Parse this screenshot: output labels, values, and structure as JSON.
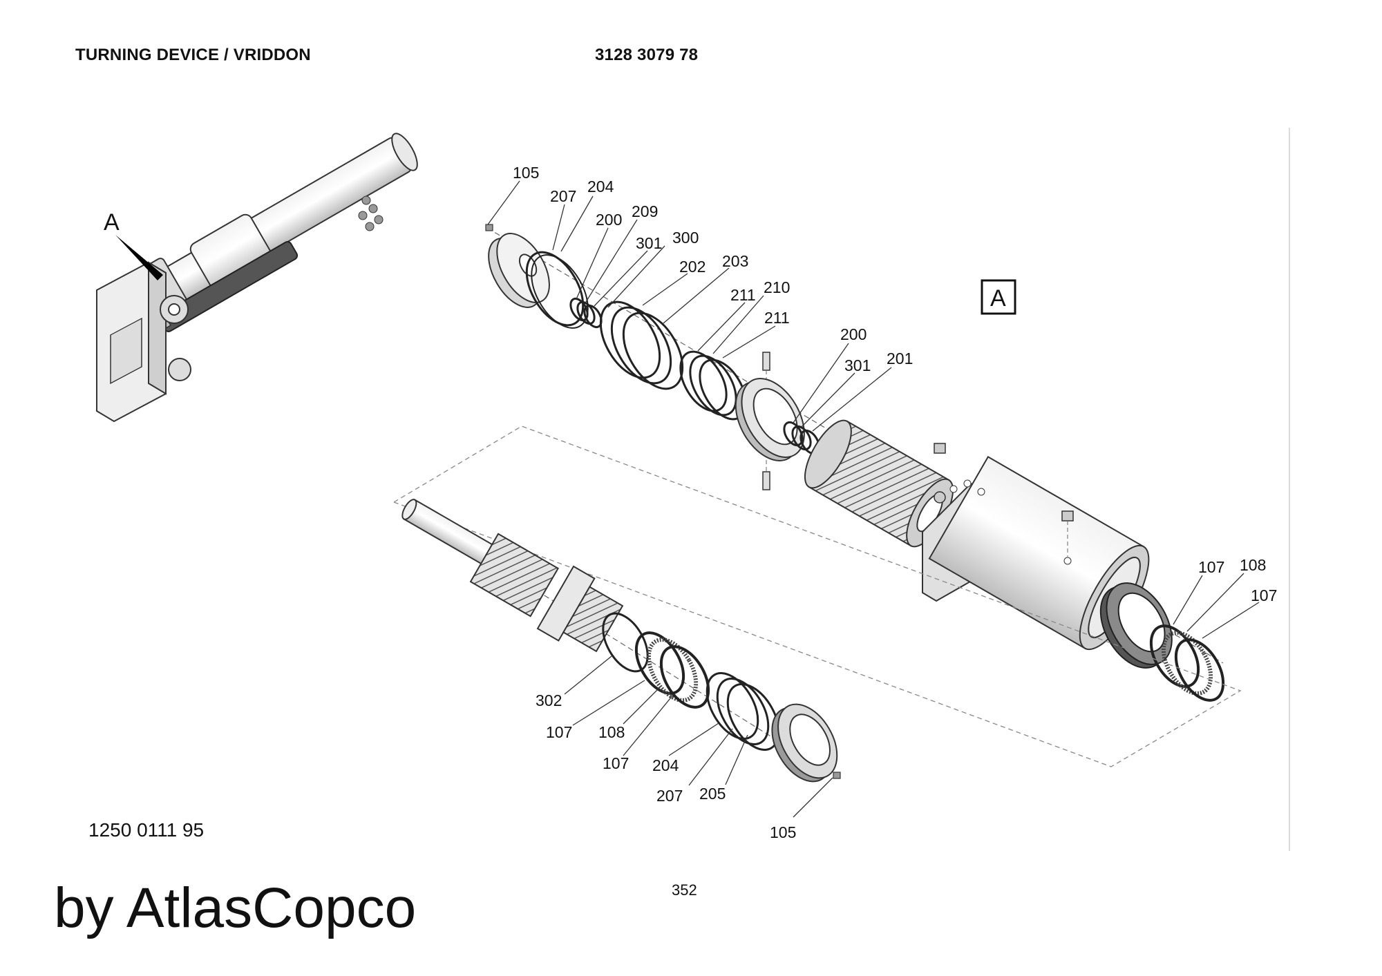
{
  "header": {
    "title": "TURNING DEVICE / VRIDDON",
    "part_number": "3128 3079 78"
  },
  "footer": {
    "drawing_number": "1250 0111 95",
    "page_number": "352",
    "brand": "by AtlasCopco"
  },
  "diagram": {
    "section_marker": "A",
    "detail_box_label": "A",
    "callouts": {
      "upper": [
        "105",
        "207",
        "204",
        "200",
        "209",
        "301",
        "300",
        "202",
        "203",
        "211",
        "210",
        "211",
        "200",
        "301",
        "201",
        "107",
        "108",
        "107"
      ],
      "lower": [
        "302",
        "107",
        "108",
        "107",
        "204",
        "207",
        "205",
        "105"
      ]
    }
  }
}
